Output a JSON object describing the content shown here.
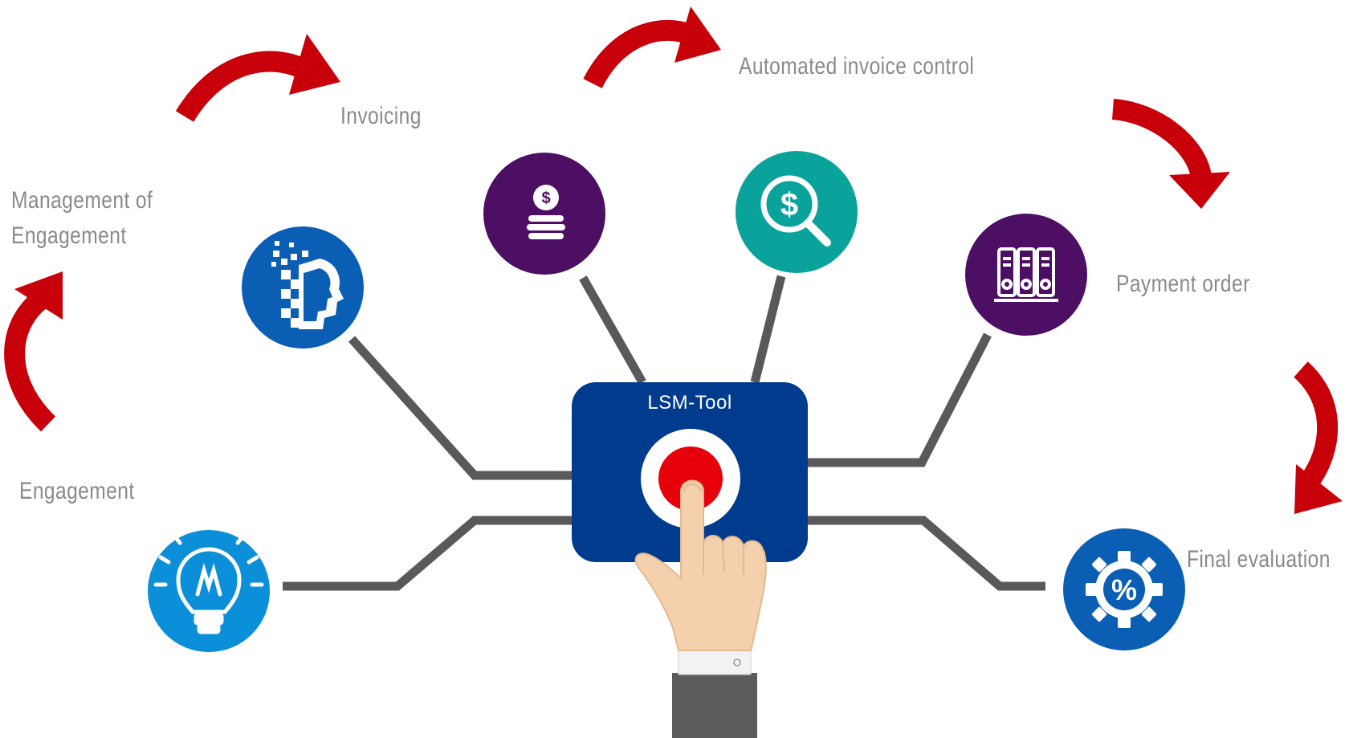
{
  "center": {
    "title": "LSM-Tool"
  },
  "steps": [
    {
      "id": "engagement",
      "label": "Engagement",
      "icon": "lightbulb-icon",
      "color": "#0a8fd8"
    },
    {
      "id": "management",
      "label_lines": [
        "Management of",
        "Engagement"
      ],
      "icon": "digital-head-icon",
      "color": "#0a5fb4"
    },
    {
      "id": "invoicing",
      "label": "Invoicing",
      "icon": "coin-stack-icon",
      "color": "#4c0f63"
    },
    {
      "id": "invoice-control",
      "label": "Automated invoice control",
      "icon": "dollar-search-icon",
      "color": "#0aa39c"
    },
    {
      "id": "payment-order",
      "label": "Payment order",
      "icon": "binders-icon",
      "color": "#4c0f63"
    },
    {
      "id": "final-evaluation",
      "label": "Final evaluation",
      "icon": "percent-gear-icon",
      "color": "#0a5fb4"
    }
  ],
  "colors": {
    "arrow": "#c8000a",
    "connector": "#595959",
    "label": "#8a8a8a",
    "tool_box": "#003b8e",
    "button": "#e6000a",
    "hand": "#f4d1ac",
    "sleeve": "#5b5b5b"
  }
}
